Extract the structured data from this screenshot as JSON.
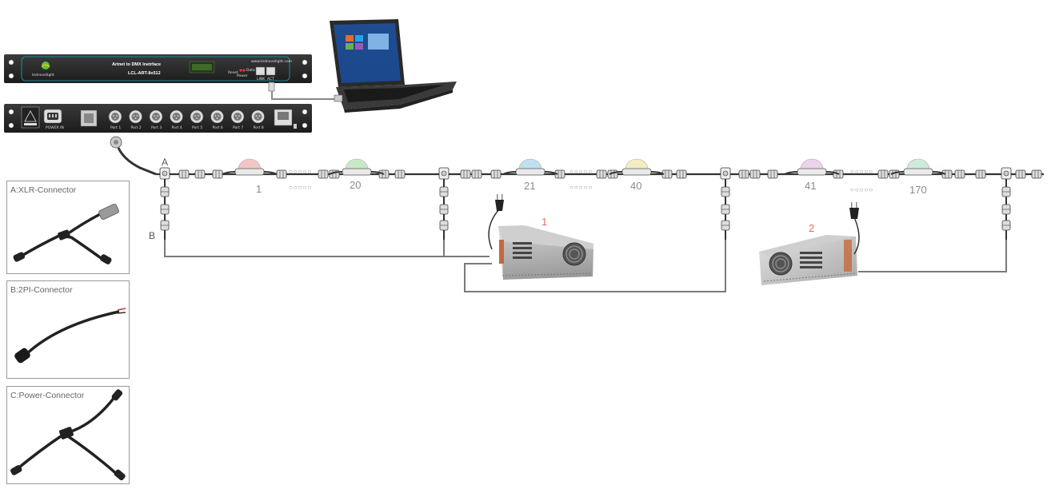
{
  "controller": {
    "title": "Artnet to DMX Inetrface",
    "model": "LCL-ART-8x512",
    "website": "www.lednovelight.com",
    "logo_text": "lednovelight",
    "labels": {
      "reset": "Reset",
      "power": "Power",
      "data": "Data",
      "link": "LINK",
      "act": "ACT"
    },
    "power_label": "POWER IN",
    "ports": [
      "Port 1",
      "Port 2",
      "Port 3",
      "Port 4",
      "Port 5",
      "Port 6",
      "Port 7",
      "Port 8"
    ]
  },
  "chain": {
    "connector_a": "A",
    "connector_b": "B",
    "dots": "○○○○○",
    "pixels": [
      {
        "label": "1",
        "color": "#f3c6c6"
      },
      {
        "label": "20",
        "color": "#c9e8c6"
      },
      {
        "label": "21",
        "color": "#bfe0ef"
      },
      {
        "label": "40",
        "color": "#f4ecc2"
      },
      {
        "label": "41",
        "color": "#ecd2ec"
      },
      {
        "label": "170",
        "color": "#cfeadc"
      }
    ]
  },
  "power_supplies": [
    {
      "label": "1"
    },
    {
      "label": "2"
    }
  ],
  "legend": [
    {
      "title": "A:XLR-Connector"
    },
    {
      "title": "B:2PI-Connector"
    },
    {
      "title": "C:Power-Connector"
    }
  ],
  "colors": {
    "wire": "#7a7a7a",
    "rack": "#2b2b2b",
    "panel_accent": "#1aa3b8",
    "psu_label": "#e06a6a"
  }
}
